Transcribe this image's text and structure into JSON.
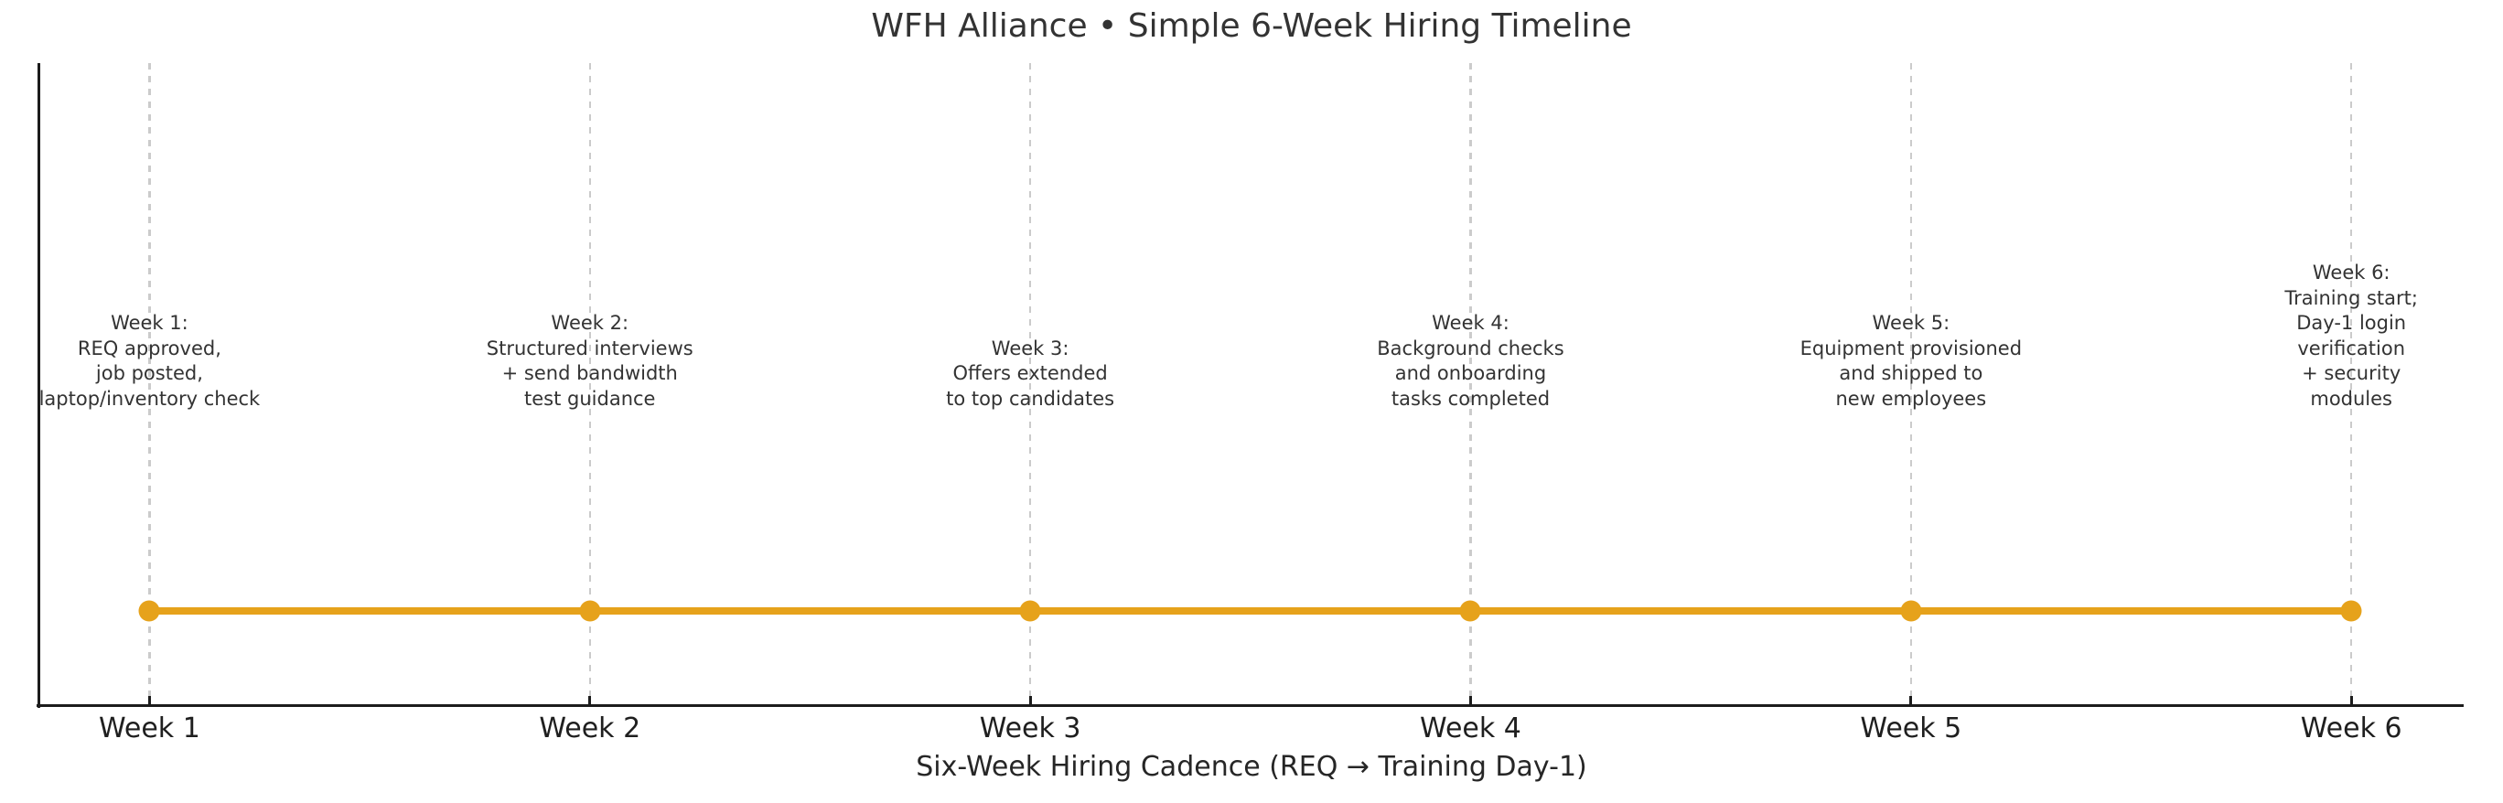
{
  "chart_data": {
    "type": "line",
    "title": "WFH Alliance • Simple 6-Week Hiring Timeline",
    "xlabel": "Six-Week Hiring Cadence (REQ → Training Day-1)",
    "ylabel": "",
    "categories": [
      "Week 1",
      "Week 2",
      "Week 3",
      "Week 4",
      "Week 5",
      "Week 6"
    ],
    "x": [
      1,
      2,
      3,
      4,
      5,
      6
    ],
    "y": [
      1,
      1,
      1,
      1,
      1,
      1
    ],
    "xlim": [
      0.75,
      6.25
    ],
    "grid": "vertical-dashed",
    "legend": "none",
    "marker": "circle",
    "line_color": "#E6A21B",
    "gridline_color": "#cbcbcb",
    "text_color": "#333333",
    "milestones": [
      {
        "week": 1,
        "tick_label": "Week 1",
        "annotation": "Week 1:\nREQ approved,\njob posted,\nlaptop/inventory check"
      },
      {
        "week": 2,
        "tick_label": "Week 2",
        "annotation": "Week 2:\nStructured interviews\n+ send bandwidth\ntest guidance"
      },
      {
        "week": 3,
        "tick_label": "Week 3",
        "annotation": "Week 3:\nOffers extended\nto top candidates"
      },
      {
        "week": 4,
        "tick_label": "Week 4",
        "annotation": "Week 4:\nBackground checks\nand onboarding\ntasks completed"
      },
      {
        "week": 5,
        "tick_label": "Week 5",
        "annotation": "Week 5:\nEquipment provisioned\nand shipped to\nnew employees"
      },
      {
        "week": 6,
        "tick_label": "Week 6",
        "annotation": "Week 6:\nTraining start;\nDay-1 login verification\n+ security modules"
      }
    ]
  }
}
